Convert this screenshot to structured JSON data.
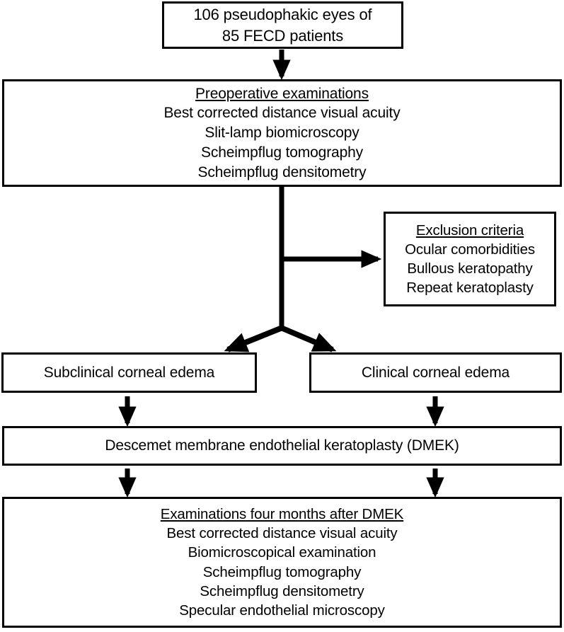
{
  "figure": {
    "type": "flowchart",
    "title": "",
    "background_color": "#ffffff",
    "line_color": "#000000"
  },
  "nodes": {
    "cohort": {
      "lines": [
        "106 pseudophakic eyes of",
        "85 FECD patients"
      ]
    },
    "preoperative": {
      "heading": "Preoperative examinations",
      "items": [
        "Best corrected distance visual acuity",
        "Slit-lamp biomicroscopy",
        "Scheimpflug tomography",
        "Scheimpflug densitometry"
      ]
    },
    "exclusion": {
      "heading": "Exclusion criteria",
      "items": [
        "Ocular comorbidities",
        "Bullous keratopathy",
        "Repeat keratoplasty"
      ]
    },
    "subclinical": {
      "label": "Subclinical corneal edema"
    },
    "clinical": {
      "label": "Clinical corneal edema"
    },
    "dmek": {
      "label": "Descemet membrane endothelial keratoplasty (DMEK)"
    },
    "postoperative": {
      "heading": "Examinations four months after DMEK",
      "items": [
        "Best corrected distance visual acuity",
        "Biomicroscopical examination",
        "Scheimpflug tomography",
        "Scheimpflug densitometry",
        "Specular endothelial microscopy"
      ]
    }
  },
  "connectors": [
    {
      "name": "cohort-to-preoperative",
      "kind": "arrow-down"
    },
    {
      "name": "preoperative-to-exclusion",
      "kind": "arrow-right"
    },
    {
      "name": "preoperative-split",
      "kind": "arrow-split-v"
    },
    {
      "name": "subclinical-to-dmek",
      "kind": "arrow-down"
    },
    {
      "name": "clinical-to-dmek",
      "kind": "arrow-down"
    },
    {
      "name": "dmek-to-postoperative-left",
      "kind": "arrow-down"
    },
    {
      "name": "dmek-to-postoperative-right",
      "kind": "arrow-down"
    }
  ]
}
